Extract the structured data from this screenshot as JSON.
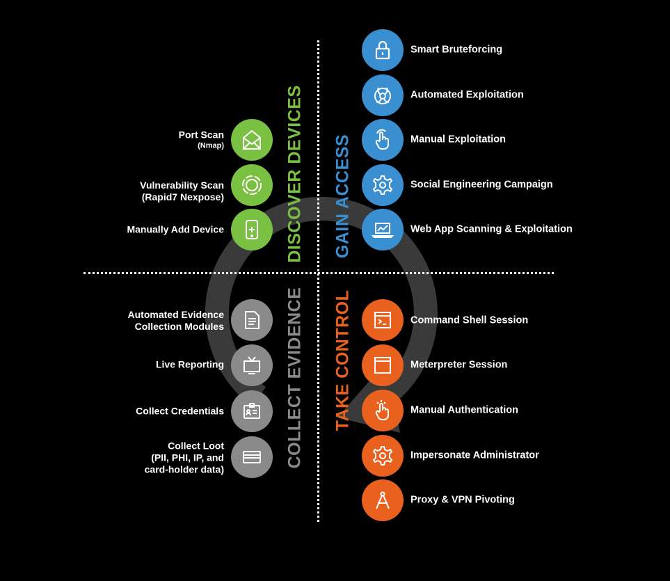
{
  "colors": {
    "discover": "#7ac143",
    "gain": "#3a8fd0",
    "collect": "#8a8a8a",
    "take": "#e8611f",
    "background": "#000000",
    "cycle_arrow": "#3a3a3a"
  },
  "discover_devices": {
    "heading": "DISCOVER DEVICES",
    "items": [
      {
        "label": "Port Scan",
        "sub": "(Nmap)",
        "icon": "envelope-icon"
      },
      {
        "label": "Vulnerability Scan",
        "sub": "(Rapid7 Nexpose)",
        "icon": "ring-scan-icon"
      },
      {
        "label": "Manually Add Device",
        "sub": "",
        "icon": "phone-device-icon"
      }
    ]
  },
  "gain_access": {
    "heading": "GAIN ACCESS",
    "items": [
      {
        "label": "Smart Bruteforcing",
        "icon": "lock-icon"
      },
      {
        "label": "Automated Exploitation",
        "icon": "biohazard-icon"
      },
      {
        "label": "Manual Exploitation",
        "icon": "hand-pointer-icon"
      },
      {
        "label": "Social Engineering Campaign",
        "icon": "gear-icon"
      },
      {
        "label": "Web App Scanning & Exploitation",
        "icon": "laptop-chart-icon"
      }
    ]
  },
  "collect_evidence": {
    "heading": "COLLECT EVIDENCE",
    "items": [
      {
        "label": "Automated Evidence Collection Modules",
        "icon": "document-icon"
      },
      {
        "label": "Live Reporting",
        "icon": "tv-icon"
      },
      {
        "label": "Collect Credentials",
        "icon": "id-card-icon"
      },
      {
        "label": "Collect Loot",
        "sub": "(PII, PHI, IP, and card-holder data)",
        "icon": "credit-card-icon"
      }
    ]
  },
  "take_control": {
    "heading": "TAKE CONTROL",
    "items": [
      {
        "label": "Command Shell Session",
        "icon": "terminal-icon"
      },
      {
        "label": "Meterpreter Session",
        "icon": "browser-window-icon"
      },
      {
        "label": "Manual Authentication",
        "icon": "hand-tap-icon"
      },
      {
        "label": "Impersonate Administrator",
        "icon": "gear-icon"
      },
      {
        "label": "Proxy & VPN Pivoting",
        "icon": "compass-icon"
      }
    ]
  }
}
